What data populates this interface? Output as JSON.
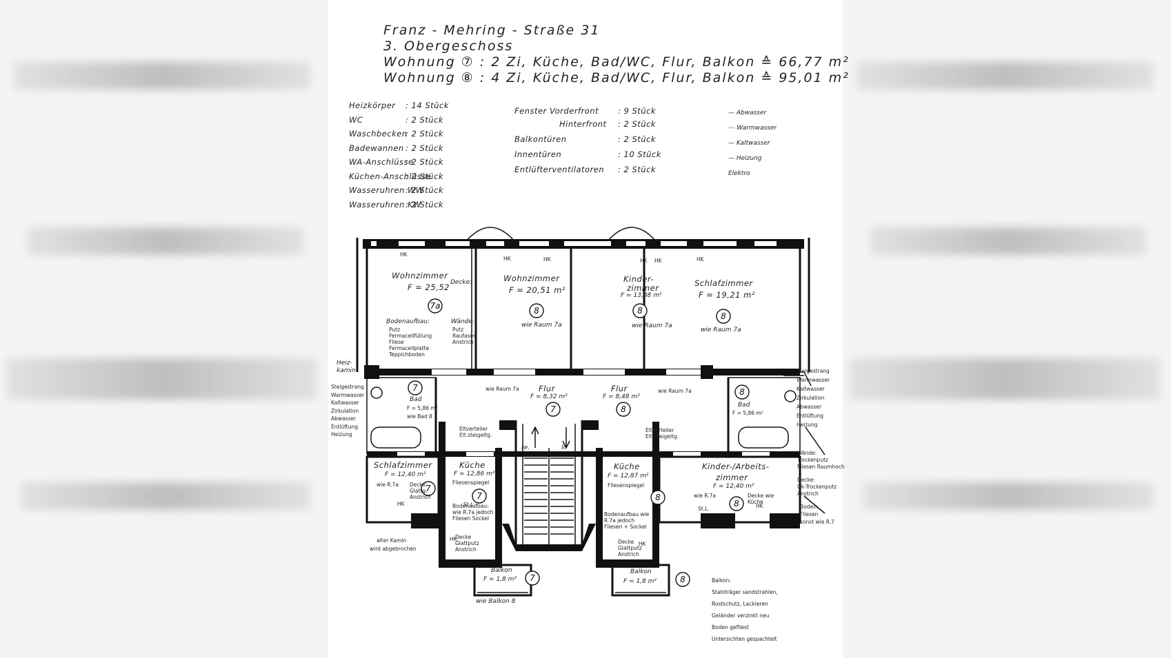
{
  "header": {
    "address": "Franz - Mehring - Straße 31",
    "floor": "3. Obergeschoss",
    "flat7": "Wohnung ⑦ :  2 Zi, Küche, Bad/WC, Flur, Balkon ≙ 66,77 m²",
    "flat8": "Wohnung ⑧ :  4 Zi, Küche, Bad/WC, Flur, Balkon ≙ 95,01 m²"
  },
  "inventory_left": [
    {
      "label": "Heizkörper",
      "value": ": 14 Stück"
    },
    {
      "label": "WC",
      "value": ": 2 Stück"
    },
    {
      "label": "Waschbecken",
      "value": ": 2 Stück"
    },
    {
      "label": "Badewannen",
      "value": ": 2 Stück"
    },
    {
      "label": "WA-Anschlüsse",
      "value": ": 2 Stück"
    },
    {
      "label": "Küchen-Anschlüsse",
      "value": ": 2 Stück"
    },
    {
      "label": "Wasseruhren WW",
      "value": ": 2 Stück"
    },
    {
      "label": "Wasseruhren KW",
      "value": ": 2 Stück"
    }
  ],
  "inventory_mid": [
    {
      "label": "Fenster   Vorderfront",
      "value": ": 9 Stück"
    },
    {
      "label": "Hinterfront",
      "value": ": 2 Stück"
    },
    {
      "label": "Balkontüren",
      "value": ": 2 Stück"
    },
    {
      "label": "Innentüren",
      "value": ": 10 Stück"
    },
    {
      "label": "Entlüfterventilatoren",
      "value": ": 2 Stück"
    }
  ],
  "legend": [
    "— Abwasser",
    "-·- Warmwasser",
    "— Kaltwasser",
    "— Heizung",
    "Elektro"
  ],
  "rooms": {
    "wz7_name": "Wohnzimmer",
    "wz7_area": "F = 25,52",
    "wz7_num": "7a",
    "decke": "Decke:",
    "boden_title": "Bodenaufbau:",
    "boden_lines": [
      "Putz",
      "Fermacellfüllung",
      "Fliese",
      "Fermacellplatte",
      "Teppichboden"
    ],
    "waende_title": "Wände:",
    "waende_lines": [
      "Putz",
      "Raufaser",
      "Anstrich"
    ],
    "wz8_name": "Wohnzimmer",
    "wz8_area": "F = 20,51 m²",
    "wz8_num": "8",
    "wz8_note": "wie Raum 7a",
    "kz8_name1": "Kinder-",
    "kz8_name2": "zimmer",
    "kz8_area": "F = 13,88 m²",
    "kz8_num": "8",
    "kz8_note": "wie Raum 7a",
    "sz8_name": "Schlafzimmer",
    "sz8_area": "F = 19,21 m²",
    "sz8_num": "8",
    "sz8_note": "wie Raum 7a",
    "bad7_name": "Bad",
    "bad7_area": "F = 5,86 m²",
    "bad7_note": "wie Bad 8",
    "bad7_num": "7",
    "flur7_name": "Flur",
    "flur7_area": "F = 8,32 m²",
    "flur7_num": "7",
    "flur7_note": "wie Raum 7a",
    "flur8_name": "Flur",
    "flur8_area": "F = 8,48 m²",
    "flur8_num": "8",
    "flur8_note": "wie Raum 7a",
    "bad8_name": "Bad",
    "bad8_area": "F = 5,86 m²",
    "bad8_num": "8",
    "elt7": "Eltverteiler Elt.steigeltg.",
    "elt8": "Eltverteiler Elt.Steigeltg.",
    "re": "re.",
    "li": "li.",
    "sz7_name": "Schlafzimmer",
    "sz7_area": "F = 12,40 m²",
    "sz7_num": "7",
    "sz7_note": "wie R.7a",
    "sz7_decke": "Decke: Glattg. Anstrich",
    "k7_name": "Küche",
    "k7_area": "F = 12,86 m²",
    "k7_sub": "Fliesenspiegel",
    "k7_num": "7",
    "k7_boden": "Bodenaufbau: wie R.7a jedoch Fliesen Sockel",
    "k7_decke": "Decke Glattputz Anstrich",
    "k8_name": "Küche",
    "k8_area": "F = 12,87 m²",
    "k8_sub": "Fliesenspiegel",
    "k8_num": "8",
    "k8_boden": "Bodenaufbau wie R.7a jedoch Fliesen + Sockel",
    "k8_decke": "Decke Glattputz Anstrich",
    "ka8_name1": "Kinder-/Arbeits-",
    "ka8_name2": "zimmer",
    "ka8_area": "F = 12,40 m²",
    "ka8_num": "8",
    "ka8_note": "wie R.7a",
    "ka8_decke": "Decke wie Küche",
    "balk7_name": "Balkon",
    "balk7_area": "F = 1,8 m²",
    "balk7_num": "7",
    "balk8_name": "Balkon",
    "balk8_area": "F = 1,8 m²",
    "balk8_num": "8"
  },
  "notes_left": {
    "heiz": "Heiz-",
    "kamin": "kamin",
    "steig": [
      "Steigestrang",
      "Warmwasser",
      "Kaltwasser",
      "Zirkulation",
      "Abwasser",
      "Entlüftung",
      "Heizung"
    ],
    "kamin_old": "alter Kamin",
    "kamin_old2": "wird abgebrochen",
    "balkon_note": "wie Balkon 8"
  },
  "notes_right": {
    "steig": [
      "Steigestrang",
      "Warmwasser",
      "Kaltwasser",
      "Zirkulation",
      "Abwasser",
      "Entlüftung",
      "Heizung"
    ],
    "waende": [
      "Wände:",
      "Trockenputz",
      "Fliesen Raumhoch"
    ],
    "decke": [
      "Decke:",
      "Gk-Trockenputz",
      "Anstrich"
    ],
    "boden": [
      "Boden:",
      "Fliesen",
      "sonst wie R.7"
    ],
    "balkon": [
      "Balkon:",
      "Stahlträger sandstrahlen,",
      "Rostschutz, Lackieren",
      "Geländer verzinkt neu",
      "Boden gefliest",
      "Untersichten gespachtelt"
    ]
  },
  "labels": {
    "hk": "HK",
    "stl": "St.L."
  }
}
